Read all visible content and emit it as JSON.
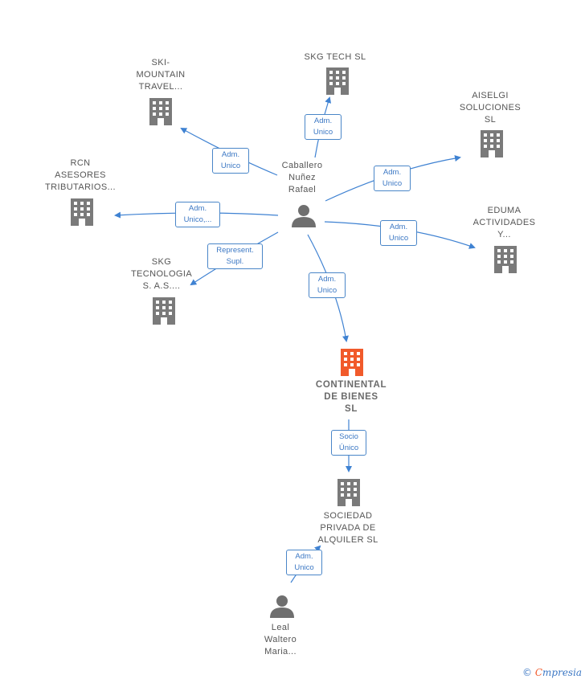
{
  "colors": {
    "edge": "#3f82d2",
    "building": "#7a7a7a",
    "building_main": "#f15a2b",
    "person": "#6f6f6f",
    "edge_label_border": "#4a86c8"
  },
  "nodes": {
    "caballero": {
      "label": "Caballero\nNuñez\nRafael",
      "icon": "person-icon"
    },
    "continental": {
      "label": "CONTINENTAL\nDE BIENES\nSL",
      "icon": "building-icon"
    },
    "ski": {
      "label": "SKI-\nMOUNTAIN\nTRAVEL...",
      "icon": "building-icon"
    },
    "skgtech": {
      "label": "SKG TECH  SL",
      "icon": "building-icon"
    },
    "aiselgi": {
      "label": "AISELGI\nSOLUCIONES\nSL",
      "icon": "building-icon"
    },
    "rcn": {
      "label": "RCN\nASESORES\nTRIBUTARIOS...",
      "icon": "building-icon"
    },
    "eduma": {
      "label": "EDUMA\nACTIVIDADES\nY...",
      "icon": "building-icon"
    },
    "skgtecnologia": {
      "label": "SKG\nTECNOLOGIA\nS. A.S....",
      "icon": "building-icon"
    },
    "sociedad": {
      "label": "SOCIEDAD\nPRIVADA DE\nALQUILER SL",
      "icon": "building-icon"
    },
    "leal": {
      "label": "Leal\nWaltero\nMaria...",
      "icon": "person-icon"
    }
  },
  "edges": {
    "ski": "Adm.\nUnico",
    "skgtech": "Adm.\nUnico",
    "aiselgi": "Adm.\nUnico",
    "rcn": "Adm.\nUnico,...",
    "eduma": "Adm.\nUnico",
    "skgtecnologia": "Represent.\nSupl.",
    "continental": "Adm.\nUnico",
    "sociedad": "Socio\nÚnico",
    "leal": "Adm.\nUnico"
  },
  "brand": {
    "symbol": "©",
    "name": "mpresia",
    "initial": "C"
  }
}
